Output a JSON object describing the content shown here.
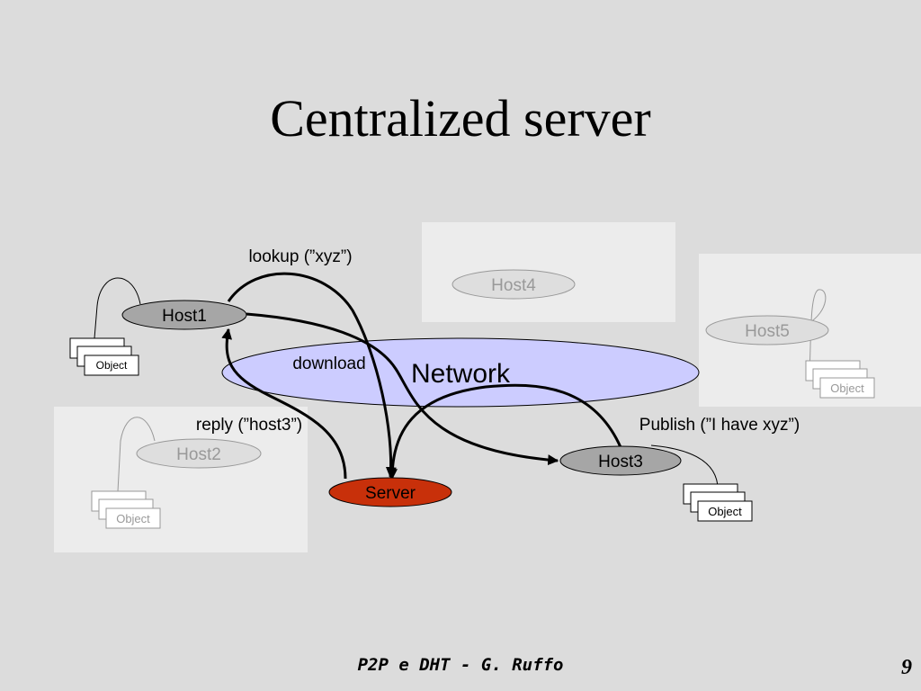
{
  "slide": {
    "title": "Centralized server",
    "footer": "P2P e DHT - G. Ruffo",
    "page_number": "9"
  },
  "nodes": {
    "host1": "Host1",
    "host2": "Host2",
    "host3": "Host3",
    "host4": "Host4",
    "host5": "Host5",
    "server": "Server",
    "network": "Network"
  },
  "objects": {
    "host1": "Object",
    "host2": "Object",
    "host3": "Object",
    "host5": "Object"
  },
  "messages": {
    "lookup": "lookup (”xyz”)",
    "reply": "reply (”host3”)",
    "publish": "Publish (”I have xyz”)",
    "download": "download"
  },
  "colors": {
    "background": "#dcdcdc",
    "panel": "#ececec",
    "network_fill": "#ccccff",
    "active_host": "#a6a6a6",
    "inactive_host": "#dedede",
    "server": "#c8300a"
  }
}
